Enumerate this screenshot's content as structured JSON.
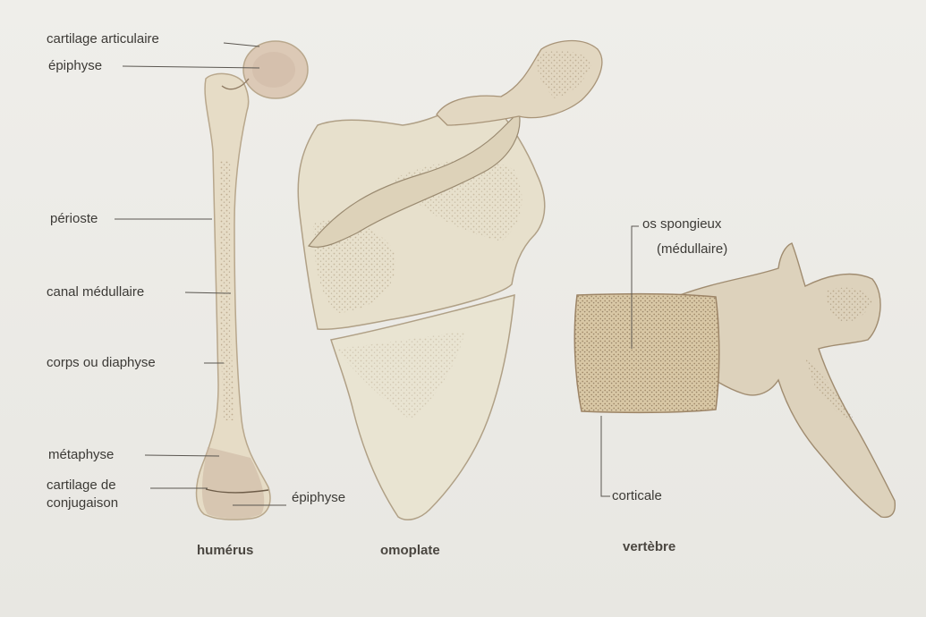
{
  "figures": {
    "humerus": {
      "caption": "humérus",
      "labels": {
        "cartilage_articulaire": "cartilage articulaire",
        "epiphyse_top": "épiphyse",
        "perioste": "périoste",
        "canal_medullaire": "canal médullaire",
        "corps_ou_diaphyse": "corps ou diaphyse",
        "metaphyse": "métaphyse",
        "cartilage_de_conjugaison_line1": "cartilage de",
        "cartilage_de_conjugaison_line2": "conjugaison",
        "epiphyse_bottom": "épiphyse"
      }
    },
    "omoplate": {
      "caption": "omoplate"
    },
    "vertebre": {
      "caption": "vertèbre",
      "labels": {
        "os_spongieux_line1": "os spongieux",
        "os_spongieux_line2": "(médullaire)",
        "corticale": "corticale"
      }
    }
  },
  "colors": {
    "bone_light": "#e9e3cf",
    "bone_shadow": "#b6a38a",
    "spongy": "#d8c6a4",
    "marrow_pink": "#cbb4a0",
    "leader_line": "#5a5650"
  }
}
